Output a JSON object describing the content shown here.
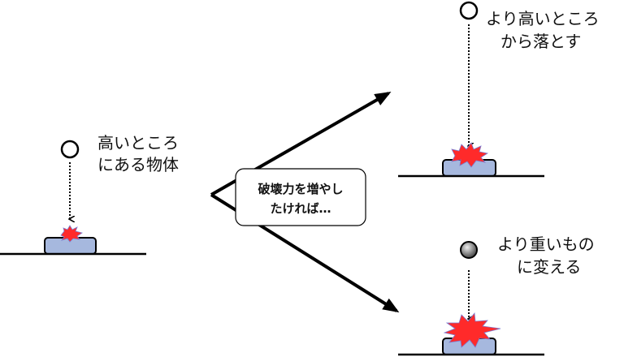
{
  "left": {
    "label_lines": [
      "高いところ",
      "にある物体"
    ]
  },
  "center_box": {
    "lines": [
      "破壊力を増やし",
      "たければ…"
    ]
  },
  "top_right": {
    "label_lines": [
      "より高いところ",
      "から落とす"
    ]
  },
  "bottom_right": {
    "label_lines": [
      "より重いもの",
      "に変える"
    ]
  },
  "colors": {
    "block": "#a6b8de",
    "burst": "#ff2a2a",
    "ball_dark": "#555555"
  }
}
